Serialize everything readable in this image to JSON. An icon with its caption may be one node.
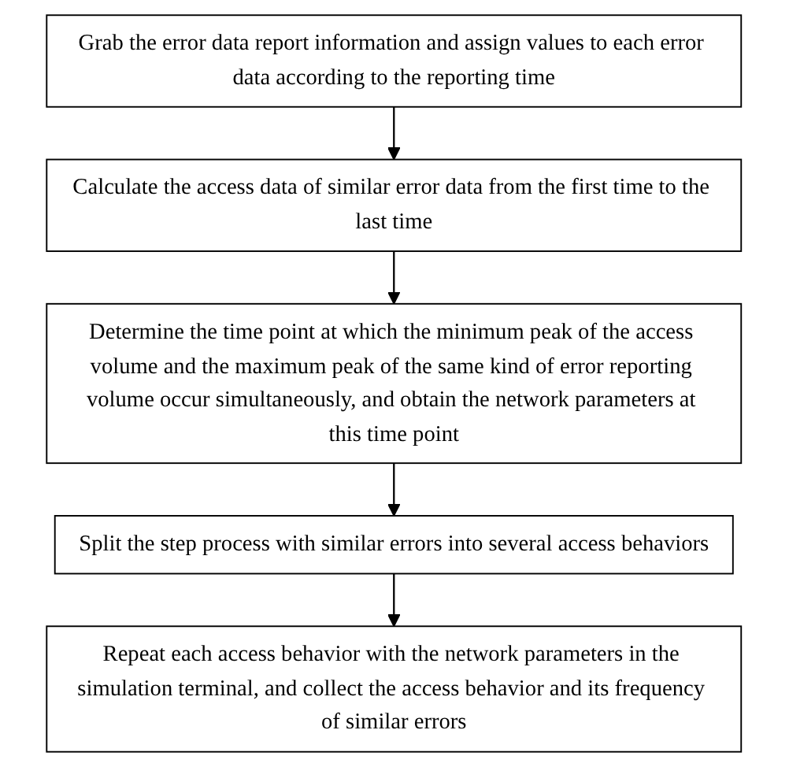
{
  "diagram": {
    "nodes": [
      {
        "text": [
          "Grab the error data report information and assign values to each error data according to the reporting time"
        ]
      },
      {
        "text": [
          "Calculate the access data of similar error data from the first time to the last time"
        ]
      },
      {
        "text": [
          "Determine the time point at which the minimum peak of the access volume and the maximum peak of the same kind of error reporting volume occur simultaneously, and obtain the network parameters at this time point"
        ]
      },
      {
        "text": [
          "Split the step process with similar errors into several access behaviors"
        ]
      },
      {
        "text": [
          "Repeat each access behavior with the network parameters in the simulation terminal, and collect the access behavior and its frequency of similar errors"
        ]
      }
    ],
    "edges": [
      {
        "from": 0,
        "to": 1,
        "arrow": "to"
      },
      {
        "from": 1,
        "to": 2,
        "arrow": "to"
      },
      {
        "from": 2,
        "to": 3,
        "arrow": "to"
      },
      {
        "from": 3,
        "to": 4,
        "arrow": "to"
      }
    ]
  }
}
